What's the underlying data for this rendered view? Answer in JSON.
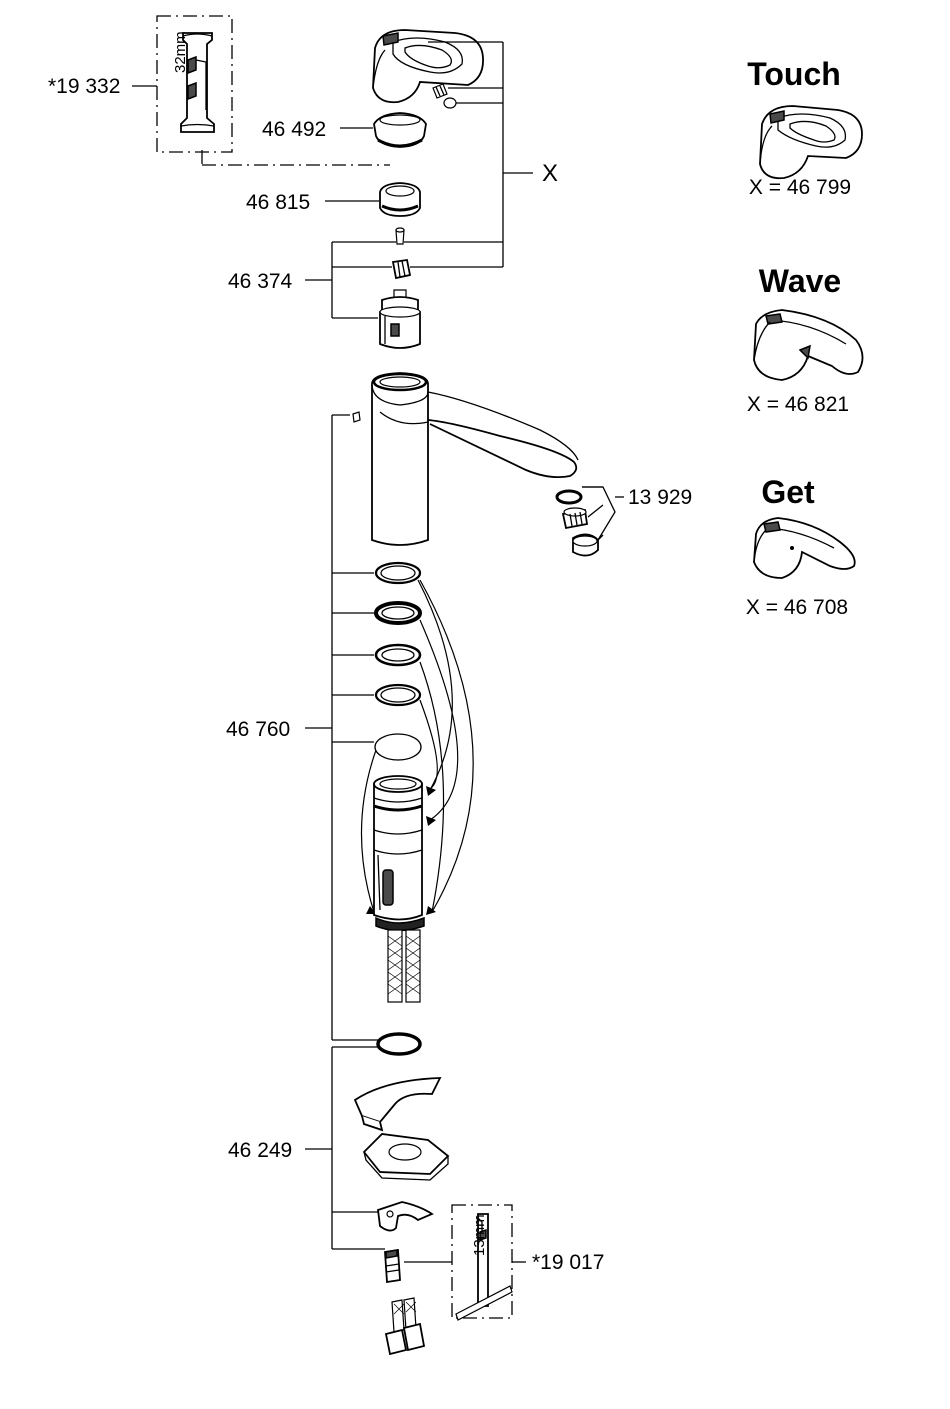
{
  "parts": {
    "wrench_top": "*19 332",
    "wrench_top_size": "32mm",
    "cap": "46 492",
    "nut": "46 815",
    "cartridge": "46 374",
    "x_label": "X",
    "aerator": "13 929",
    "seal_set": "46 760",
    "mount_set": "46 249",
    "wrench_bottom": "*19 017",
    "wrench_bottom_size": "13mm"
  },
  "variants": [
    {
      "name": "Touch",
      "code": "X = 46 799"
    },
    {
      "name": "Wave",
      "code": "X = 46 821"
    },
    {
      "name": "Get",
      "code": "X = 46 708"
    }
  ]
}
